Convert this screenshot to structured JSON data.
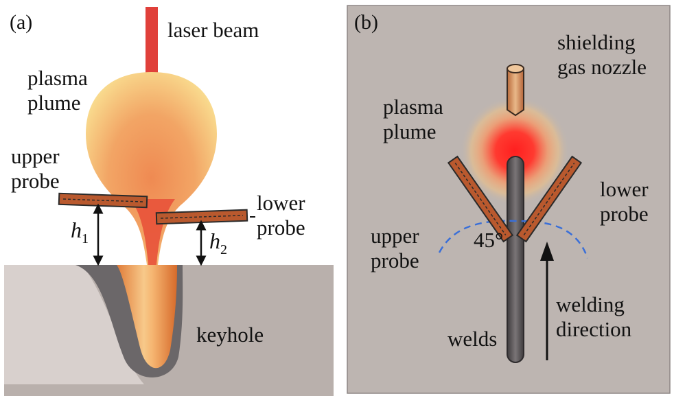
{
  "panel_a": {
    "panel_label": "(a)",
    "laser_beam": "laser beam",
    "plasma_plume_line1": "plasma",
    "plasma_plume_line2": "plume",
    "upper_probe_line1": "upper",
    "upper_probe_line2": "probe",
    "lower_probe_line1": "lower",
    "lower_probe_line2": "probe",
    "h1_main": "h",
    "h1_sub": "1",
    "h2_main": "h",
    "h2_sub": "2",
    "keyhole": "keyhole"
  },
  "panel_b": {
    "panel_label": "(b)",
    "nozzle_line1": "shielding",
    "nozzle_line2": "gas nozzle",
    "plasma_plume_line1": "plasma",
    "plasma_plume_line2": "plume",
    "lower_probe_line1": "lower",
    "lower_probe_line2": "probe",
    "upper_probe_line1": "upper",
    "upper_probe_line2": "probe",
    "angle": "45°",
    "welds": "welds",
    "welding_direction_line1": "welding",
    "welding_direction_line2": "direction"
  },
  "colors": {
    "laser": "#e0403a",
    "probe_fill": "#b9592e",
    "workpiece": "#b9b0ac",
    "panel_b_bg": "#bdb5b1",
    "dashed_arc": "#3a6fd8",
    "weld": "#5a5658"
  }
}
